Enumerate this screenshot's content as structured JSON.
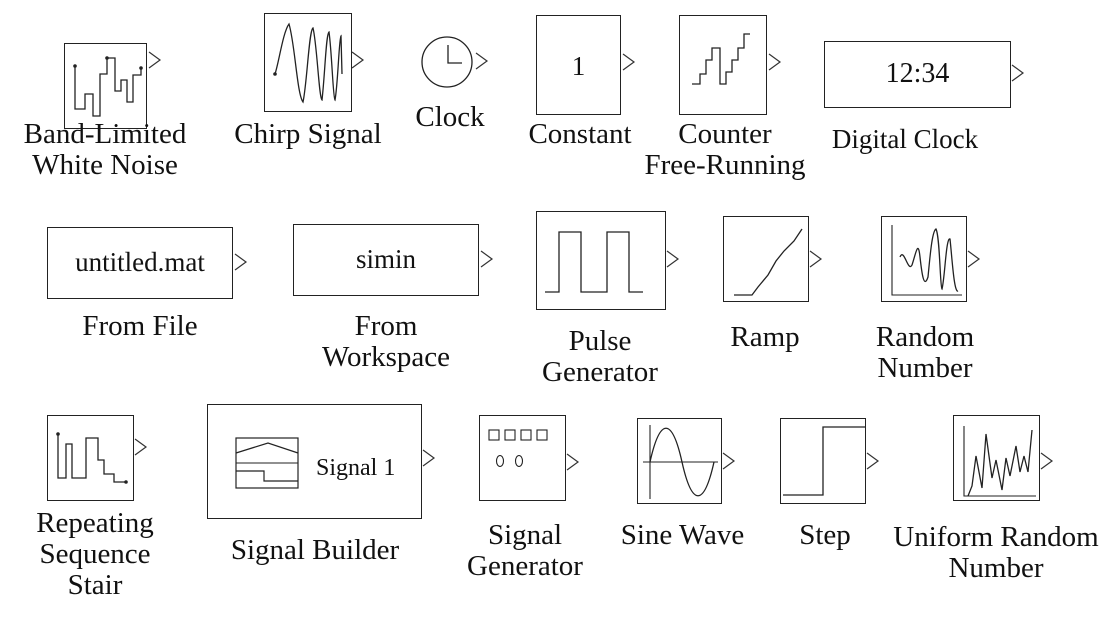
{
  "blocks": [
    {
      "id": "band-limited-white-noise",
      "label": [
        "Band-Limited",
        "White Noise"
      ]
    },
    {
      "id": "chirp-signal",
      "label": [
        "Chirp Signal"
      ]
    },
    {
      "id": "clock",
      "label": [
        "Clock"
      ]
    },
    {
      "id": "constant",
      "label": [
        "Constant"
      ],
      "text": "1"
    },
    {
      "id": "counter-free-running",
      "label": [
        "Counter",
        "Free-Running"
      ]
    },
    {
      "id": "digital-clock",
      "label": [
        "Digital Clock"
      ],
      "text": "12:34"
    },
    {
      "id": "from-file",
      "label": [
        "From File"
      ],
      "text": "untitled.mat"
    },
    {
      "id": "from-workspace",
      "label": [
        "From",
        "Workspace"
      ],
      "text": "simin"
    },
    {
      "id": "pulse-generator",
      "label": [
        "Pulse",
        "Generator"
      ]
    },
    {
      "id": "ramp",
      "label": [
        "Ramp"
      ]
    },
    {
      "id": "random-number",
      "label": [
        "Random",
        "Number"
      ]
    },
    {
      "id": "repeating-sequence-stair",
      "label": [
        "Repeating",
        "Sequence",
        "Stair"
      ]
    },
    {
      "id": "signal-builder",
      "label": [
        "Signal Builder"
      ],
      "text": "Signal  1"
    },
    {
      "id": "signal-generator",
      "label": [
        "Signal",
        "Generator"
      ]
    },
    {
      "id": "sine-wave",
      "label": [
        "Sine Wave"
      ]
    },
    {
      "id": "step",
      "label": [
        "Step"
      ]
    },
    {
      "id": "uniform-random-number",
      "label": [
        "Uniform Random",
        "Number"
      ]
    }
  ]
}
